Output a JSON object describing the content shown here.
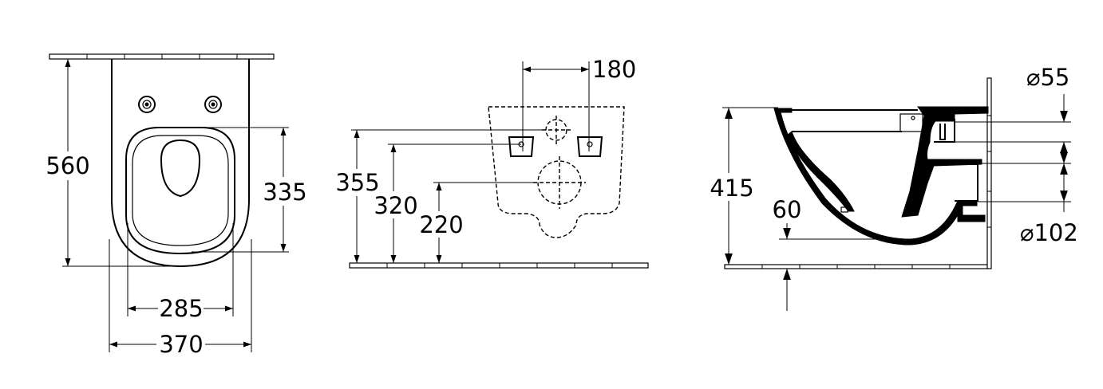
{
  "front_view": {
    "height_label": "560",
    "seat_length_label": "335",
    "seat_width_label": "285",
    "width_label": "370"
  },
  "mounting_view": {
    "bolt_spacing_label": "180",
    "bolt_height_label": "355",
    "bracket_height_label": "320",
    "outlet_height_label": "220"
  },
  "side_view": {
    "rim_height_label": "415",
    "floor_clearance_label": "60",
    "inlet_diameter_label": "⌀55",
    "outlet_diameter_label": "⌀102"
  }
}
